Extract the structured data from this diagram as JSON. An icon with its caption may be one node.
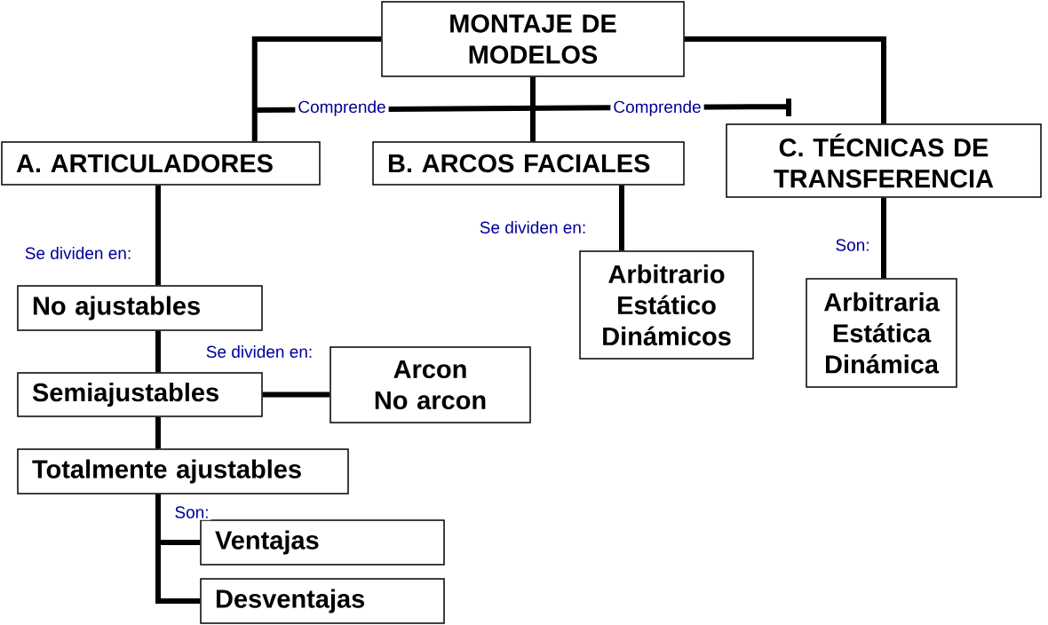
{
  "diagram": {
    "nodes": [
      {
        "text": [
          "MONTAJE DE MODELOS"
        ]
      },
      {
        "text": [
          "A. ARTICULADORES"
        ]
      },
      {
        "text": [
          "B. ARCOS FACIALES"
        ]
      },
      {
        "text": [
          "C. TÉCNICAS DE TRANSFERENCIA"
        ]
      },
      {
        "text": [
          "Arbitrario",
          "Estático",
          "Dinámicos"
        ]
      },
      {
        "text": [
          "Arbitraria",
          "Estática",
          "Dinámica"
        ]
      },
      {
        "text": [
          "No ajustables"
        ]
      },
      {
        "text": [
          "Semiajustables"
        ]
      },
      {
        "text": [
          "Arcon",
          "No arcon"
        ]
      },
      {
        "text": [
          "Totalmente ajustables"
        ]
      },
      {
        "text": [
          "Ventajas"
        ]
      },
      {
        "text": [
          "Desventajas"
        ]
      }
    ],
    "edges": [
      {
        "from": 0,
        "to": 1,
        "arrow": "none"
      },
      {
        "from": 0,
        "to": 2,
        "arrow": "none"
      },
      {
        "from": 0,
        "to": 3,
        "arrow": "none"
      },
      {
        "from": 1,
        "to": 6,
        "arrow": "none",
        "label": "Se dividen en:"
      },
      {
        "from": 6,
        "to": 7,
        "arrow": "none"
      },
      {
        "from": 7,
        "to": 8,
        "arrow": "none",
        "label": "Se dividen en:"
      },
      {
        "from": 7,
        "to": 9,
        "arrow": "none"
      },
      {
        "from": 9,
        "to": 10,
        "arrow": "none",
        "label": "Son:"
      },
      {
        "from": 9,
        "to": 11,
        "arrow": "none"
      },
      {
        "from": 2,
        "to": 4,
        "arrow": "none",
        "label": "Se dividen en:"
      },
      {
        "from": 3,
        "to": 5,
        "arrow": "none",
        "label": "Son:"
      }
    ],
    "labels": [
      "Comprende",
      "Comprende"
    ]
  }
}
